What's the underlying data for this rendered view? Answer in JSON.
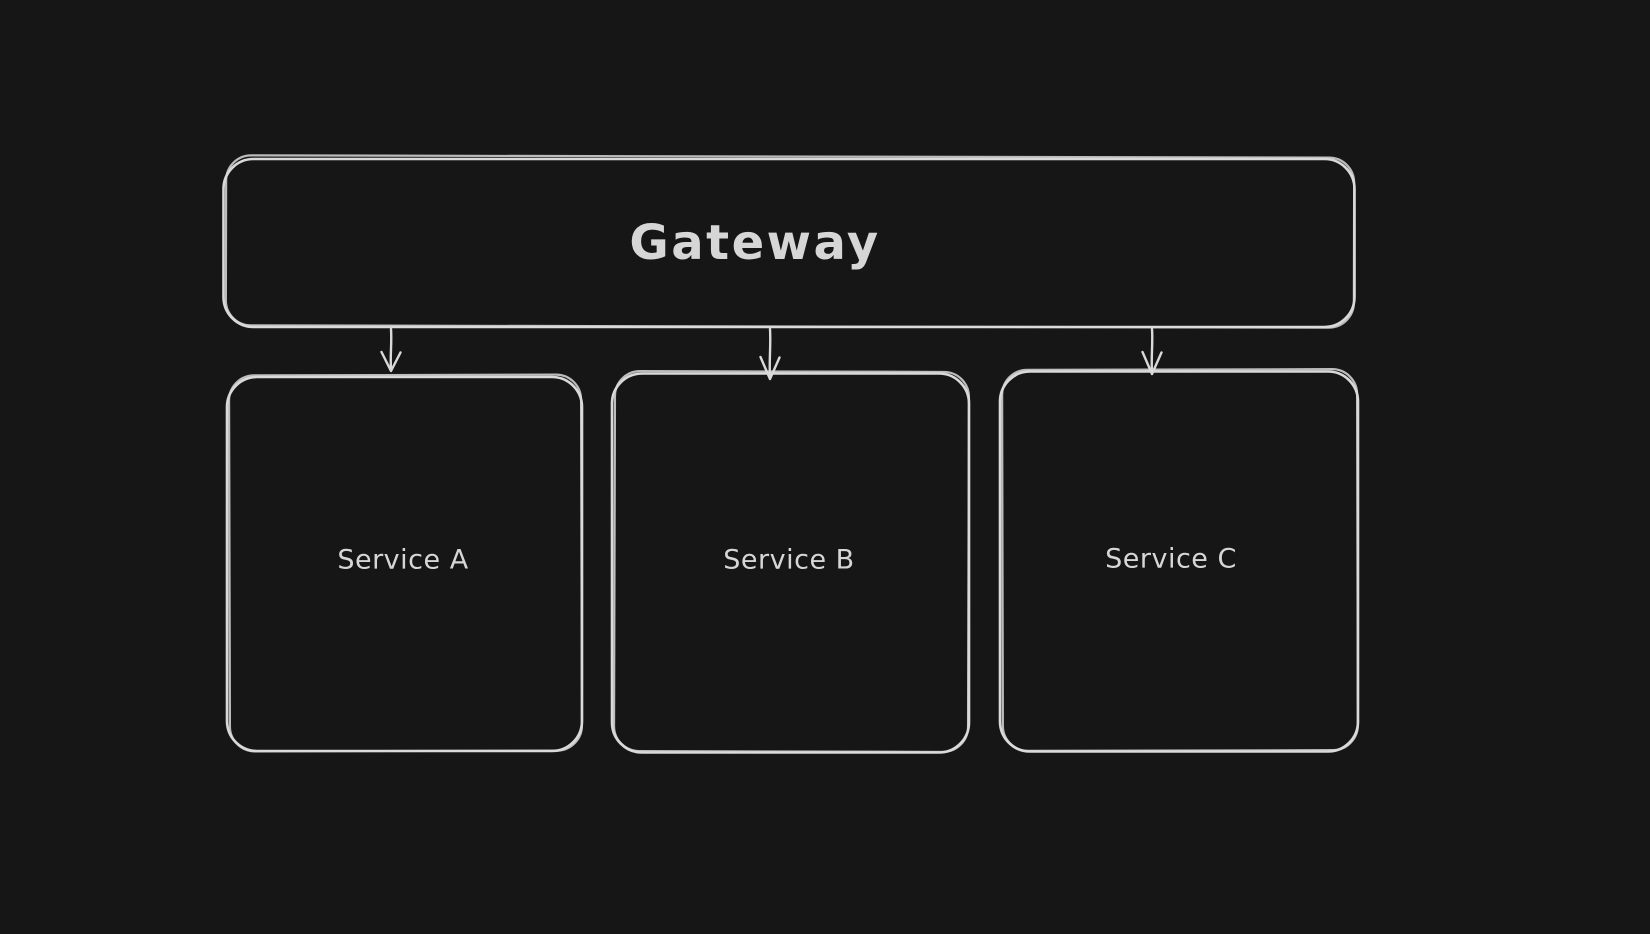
{
  "diagram": {
    "type": "flowchart",
    "canvas_background": "#161616",
    "stroke_color": "#d9d9d9",
    "text_color": "#d6d6d6",
    "nodes": {
      "gateway": {
        "label": "Gateway"
      },
      "service_a": {
        "label": "Service A"
      },
      "service_b": {
        "label": "Service B"
      },
      "service_c": {
        "label": "Service C"
      }
    },
    "edges": [
      {
        "from": "Gateway",
        "to": "Service A"
      },
      {
        "from": "Gateway",
        "to": "Service B"
      },
      {
        "from": "Gateway",
        "to": "Service C"
      }
    ]
  }
}
